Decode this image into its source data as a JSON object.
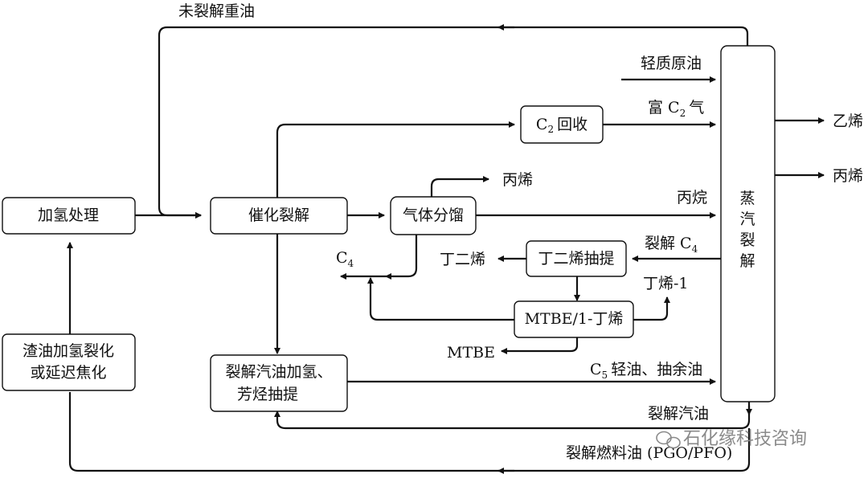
{
  "boxes": {
    "hydrotreat": "加氢处理",
    "residue_1": "渣油加氢裂化",
    "residue_2": "或延迟焦化",
    "fcc": "催化裂解",
    "gas_frac": "气体分馏",
    "c2_recovery_prefix": "C",
    "c2_recovery_sub": "2",
    "c2_recovery_suffix": "回收",
    "butadiene_extract": "丁二烯抽提",
    "mtbe_unit": "MTBE/1-丁烯",
    "gasoline_hydro_1": "裂解汽油加氢、",
    "gasoline_hydro_2": "芳烃抽提",
    "steam_crack": [
      "蒸",
      "汽",
      "裂",
      "解"
    ]
  },
  "streams": {
    "uncracked_heavy_oil": "未裂解重油",
    "light_crude": "轻质原油",
    "rich_c2_prefix": "富 C",
    "rich_c2_sub": "2",
    "rich_c2_suffix": "气",
    "propylene_top": "丙烯",
    "propane": "丙烷",
    "cracked_c4_prefix": "裂解 C",
    "cracked_c4_sub": "4",
    "c4_prefix": "C",
    "c4_sub": "4",
    "butadiene": "丁二烯",
    "butene1": "丁烯-1",
    "mtbe": "MTBE",
    "c5_prefix": "C",
    "c5_sub": "5",
    "c5_suffix": "轻油、抽余油",
    "pyrolysis_gasoline": "裂解汽油",
    "pyrolysis_fuel_oil": "裂解燃料油 (PGO/PFO)",
    "ethylene_out": "乙烯",
    "propylene_out": "丙烯"
  },
  "watermark": "石化缘科技咨询"
}
